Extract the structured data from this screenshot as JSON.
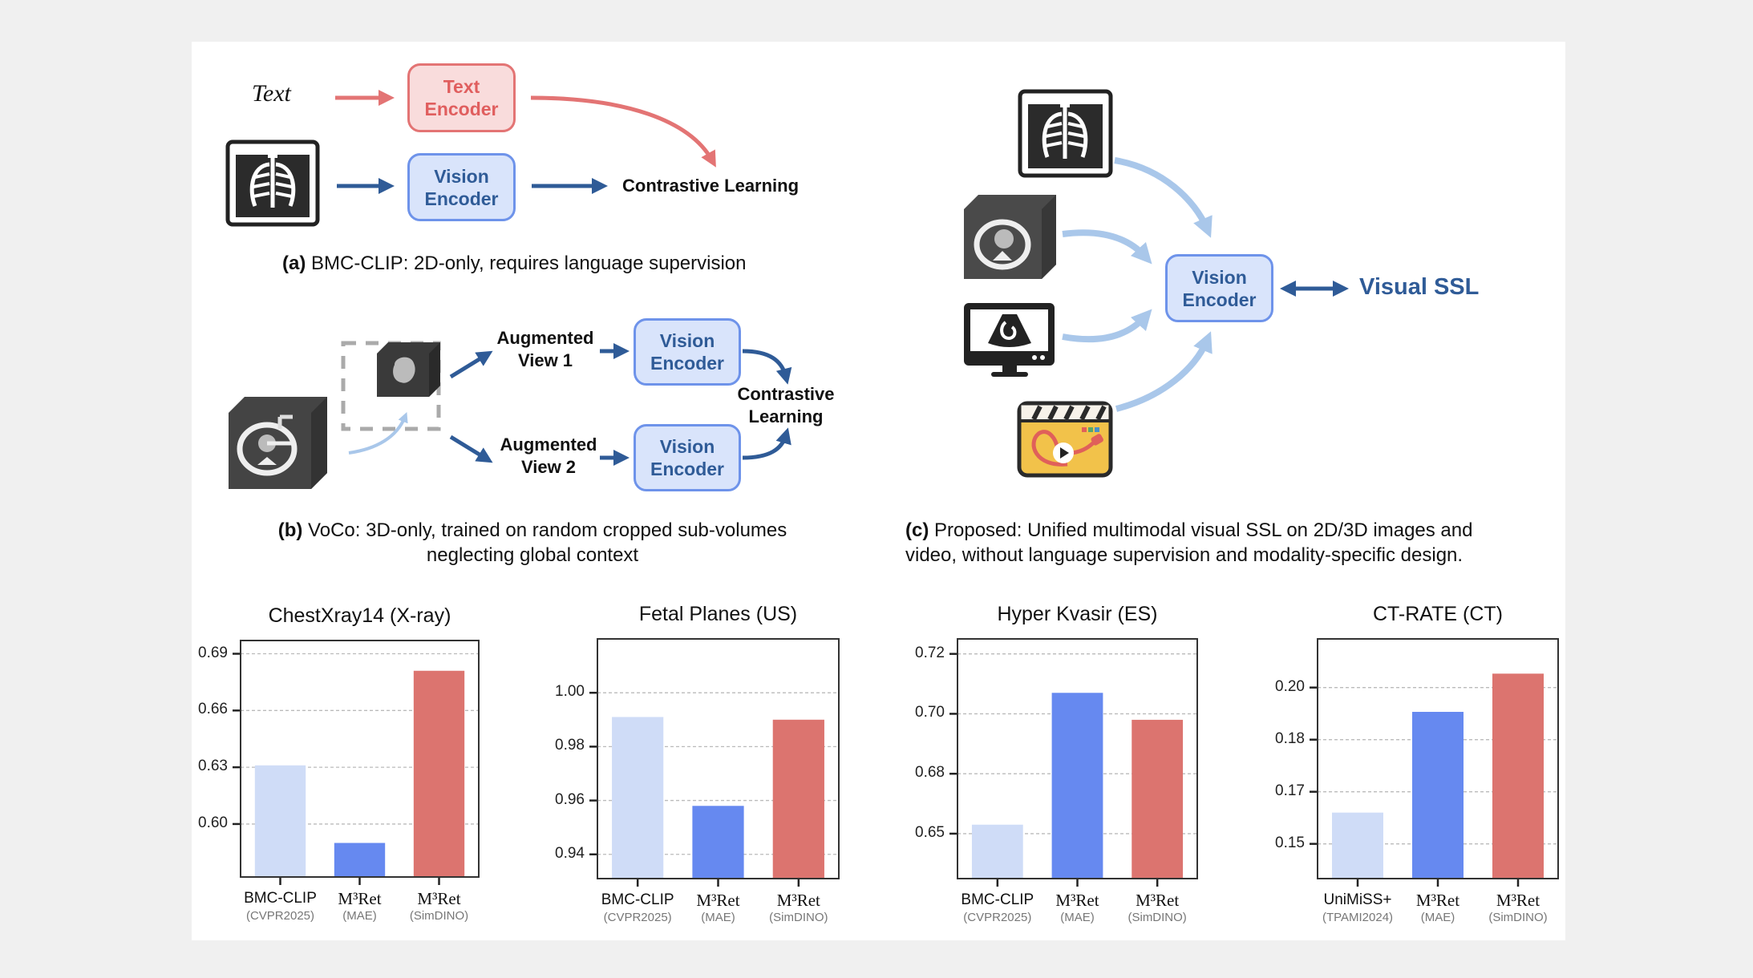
{
  "panel_a": {
    "text_input_label": "Text",
    "text_encoder_label": "Text\nEncoder",
    "vision_encoder_label": "Vision\nEncoder",
    "output_label": "Contrastive Learning",
    "caption_tag": "(a)",
    "caption_text": " BMC-CLIP: 2D-only, requires language supervision",
    "icons": [
      "xray-chest-icon"
    ]
  },
  "panel_b": {
    "view1_label": "Augmented\nView 1",
    "view2_label": "Augmented\nView 2",
    "vision_encoder_1_label": "Vision\nEncoder",
    "vision_encoder_2_label": "Vision\nEncoder",
    "output_label": "Contrastive\nLearning",
    "caption_tag": "(b)",
    "caption_text": " VoCo: 3D-only, trained on random cropped sub-volumes\nneglecting global context",
    "icons": [
      "ct-volume-icon",
      "cropped-subvolume-icon"
    ]
  },
  "panel_c": {
    "vision_encoder_label": "Vision\nEncoder",
    "output_label": "Visual SSL",
    "caption_tag": "(c)",
    "caption_text": " Proposed: Unified multimodal visual SSL on 2D/3D images and\nvideo, without language supervision and modality-specific design.",
    "icons": [
      "xray-chest-icon",
      "ct-volume-icon",
      "ultrasound-monitor-icon",
      "endoscopy-video-icon"
    ]
  },
  "colors": {
    "baseline_bar": "#cfdcf7",
    "mae_bar": "#6689f0",
    "simdino_bar": "#dc746f",
    "text_encoder": "#e05e5e",
    "vision_encoder": "#2f5b97",
    "flow_arrow_light": "#a9c7ea"
  },
  "chart_data": [
    {
      "type": "bar",
      "title": "ChestXray14 (X-ray)",
      "categories": [
        {
          "name": "BMC-CLIP",
          "sub": "(CVPR2025)",
          "serif": false
        },
        {
          "name": "M³Ret",
          "sub": "(MAE)",
          "serif": true
        },
        {
          "name": "M³Ret",
          "sub": "(SimDINO)",
          "serif": true
        }
      ],
      "values": [
        0.631,
        0.59,
        0.681
      ],
      "yticks": [
        0.6,
        0.63,
        0.66,
        0.69
      ],
      "ytick_labels": [
        "0.60",
        "0.63",
        "0.66",
        "0.69"
      ],
      "ylim": [
        0.572,
        0.697
      ],
      "grid": true,
      "xlabel": "",
      "ylabel": ""
    },
    {
      "type": "bar",
      "title": "Fetal Planes (US)",
      "categories": [
        {
          "name": "BMC-CLIP",
          "sub": "(CVPR2025)",
          "serif": false
        },
        {
          "name": "M³Ret",
          "sub": "(MAE)",
          "serif": true
        },
        {
          "name": "M³Ret",
          "sub": "(SimDINO)",
          "serif": true
        }
      ],
      "values": [
        0.991,
        0.958,
        0.99
      ],
      "yticks": [
        0.94,
        0.96,
        0.98,
        1.0
      ],
      "ytick_labels": [
        "0.94",
        "0.96",
        "0.98",
        "1.00"
      ],
      "ylim": [
        0.931,
        1.02
      ],
      "grid": true,
      "xlabel": "",
      "ylabel": ""
    },
    {
      "type": "bar",
      "title": "Hyper Kvasir (ES)",
      "categories": [
        {
          "name": "BMC-CLIP",
          "sub": "(CVPR2025)",
          "serif": false
        },
        {
          "name": "M³Ret",
          "sub": "(MAE)",
          "serif": true
        },
        {
          "name": "M³Ret",
          "sub": "(SimDINO)",
          "serif": true
        }
      ],
      "values": [
        0.658,
        0.702,
        0.693
      ],
      "yticks": [
        0.655,
        0.675,
        0.695,
        0.715
      ],
      "ytick_labels": [
        "0.65",
        "0.68",
        "0.70",
        "0.72"
      ],
      "ylim": [
        0.64,
        0.72
      ],
      "grid": true,
      "xlabel": "",
      "ylabel": ""
    },
    {
      "type": "bar",
      "title": "CT-RATE (CT)",
      "categories": [
        {
          "name": "UniMiSS+",
          "sub": "(TPAMI2024)",
          "serif": false
        },
        {
          "name": "M³Ret",
          "sub": "(MAE)",
          "serif": true
        },
        {
          "name": "M³Ret",
          "sub": "(SimDINO)",
          "serif": true
        }
      ],
      "values": [
        0.164,
        0.193,
        0.204
      ],
      "yticks": [
        0.155,
        0.17,
        0.185,
        0.2
      ],
      "ytick_labels": [
        "0.15",
        "0.17",
        "0.18",
        "0.20"
      ],
      "ylim": [
        0.145,
        0.214
      ],
      "grid": true,
      "xlabel": "",
      "ylabel": ""
    }
  ]
}
